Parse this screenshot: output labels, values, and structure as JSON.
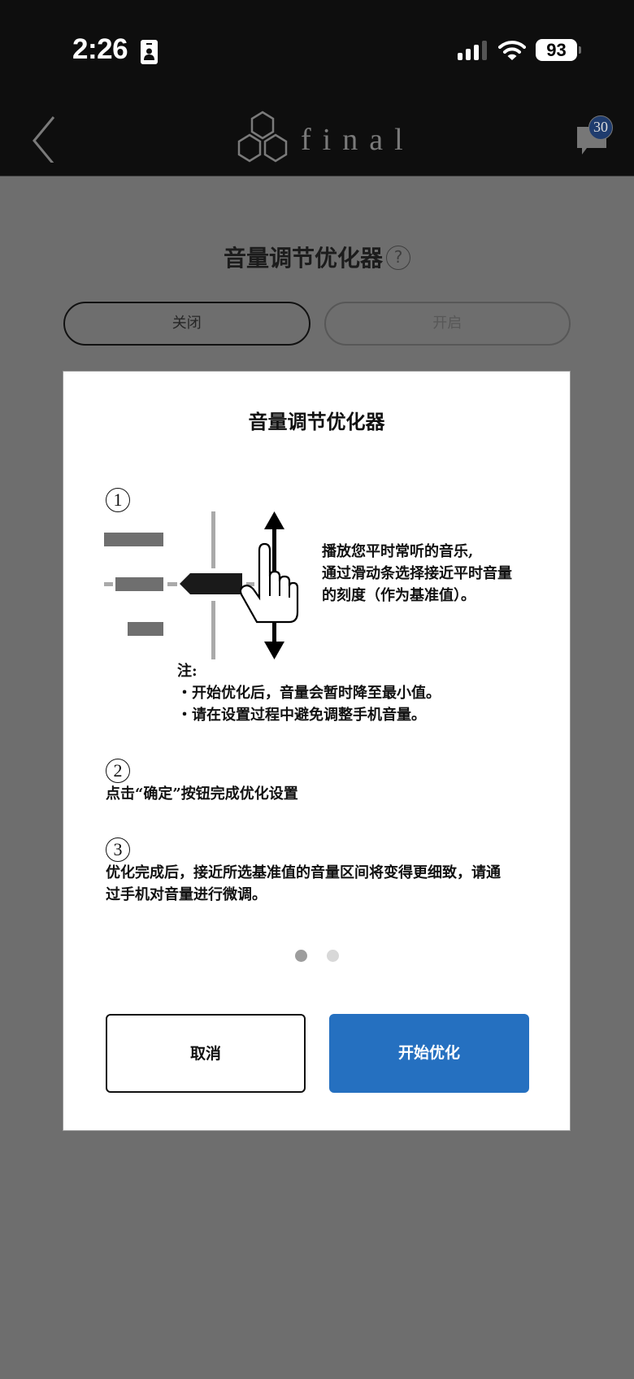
{
  "status_bar": {
    "time": "2:26",
    "battery_percent": "93",
    "icons": [
      "id-card-icon",
      "signal-icon",
      "wifi-icon",
      "battery-icon"
    ]
  },
  "header": {
    "back_icon": "chevron-left-icon",
    "logo_text": "final",
    "messages_icon": "chat-bubble-icon",
    "messages_badge": "30"
  },
  "page": {
    "title": "音量调节优化器",
    "help_symbol": "?",
    "toggle": {
      "off_label": "关闭",
      "on_label": "开启",
      "selected": "off"
    }
  },
  "modal": {
    "title": "音量调节优化器",
    "steps": [
      {
        "number": "1",
        "description_lines": [
          "播放您平时常听的音乐,",
          "通过滑动条选择接近平时音量",
          "的刻度（作为基准值）。"
        ],
        "note_label": "注:",
        "notes": [
          "・开始优化后，音量会暂时降至最小值。",
          "・请在设置过程中避免调整手机音量。"
        ]
      },
      {
        "number": "2",
        "description_lines": [
          "点击“确定”按钮完成优化设置"
        ]
      },
      {
        "number": "3",
        "description_lines": [
          "优化完成后，接近所选基准值的音量区间将变得更细致，请通",
          "过手机对音量进行微调。"
        ]
      }
    ],
    "pagination": {
      "total": 2,
      "current": 1
    },
    "buttons": {
      "cancel": "取消",
      "start": "开始优化"
    }
  },
  "colors": {
    "header_bg": "#0e0e0e",
    "overlay_bg": "#6e6e6e",
    "primary": "#2570c0",
    "badge": "#1f3c6e"
  }
}
